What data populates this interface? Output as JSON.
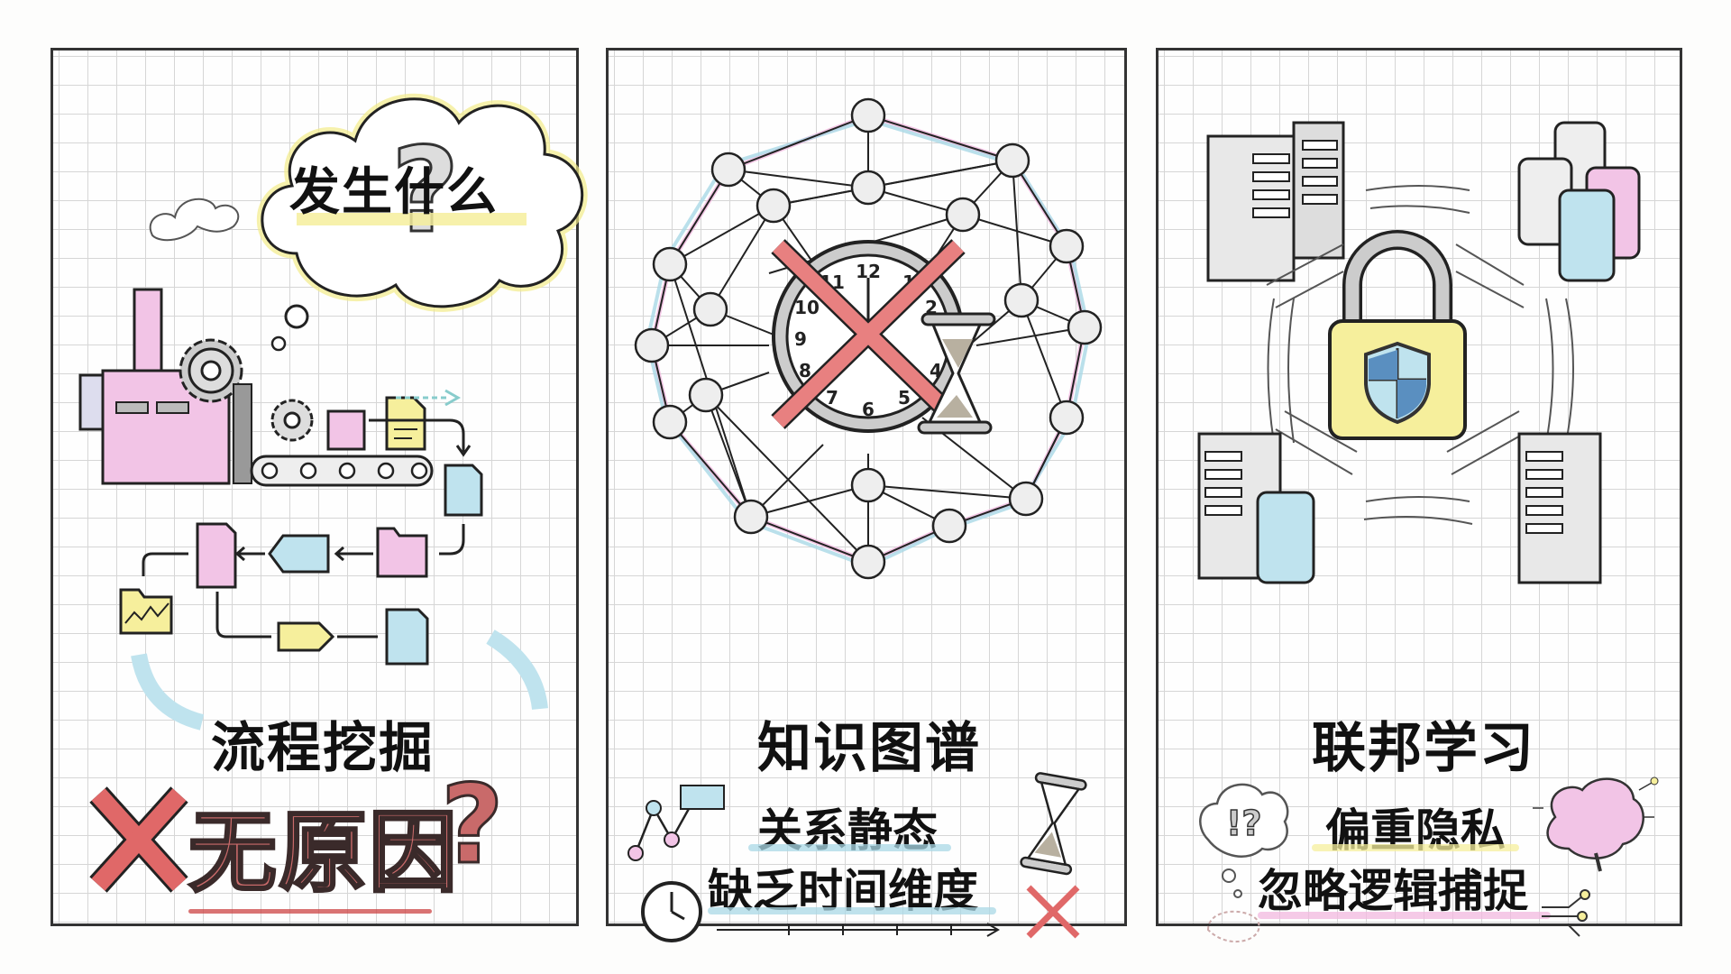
{
  "colors": {
    "pink": "#f2c4e6",
    "yellow": "#f6ef9c",
    "blue": "#bfe3ee",
    "red": "#e06868",
    "ink": "#222222",
    "grid": "#d6d6d6"
  },
  "panels": [
    {
      "id": "process-mining",
      "illustration": "factory-conveyor-process-flow",
      "thought_bubble": "发生什么",
      "title": "流程挖掘",
      "verdict": "无原因",
      "verdict_mark": "✗",
      "verdict_question": "?"
    },
    {
      "id": "knowledge-graph",
      "illustration": "graph-network-with-crossed-clock-and-hourglass",
      "clock_numbers": [
        "12",
        "1",
        "2",
        "4",
        "5",
        "6",
        "7",
        "8",
        "9",
        "10",
        "11"
      ],
      "title": "知识图谱",
      "lines": [
        "关系静态",
        "缺乏时间维度"
      ],
      "verdict_mark": "✗"
    },
    {
      "id": "federated-learning",
      "illustration": "servers-databases-around-padlock-shield",
      "bubble_text": "!?",
      "title": "联邦学习",
      "lines": [
        "偏重隐私",
        "忽略逻辑捕捉"
      ]
    }
  ]
}
